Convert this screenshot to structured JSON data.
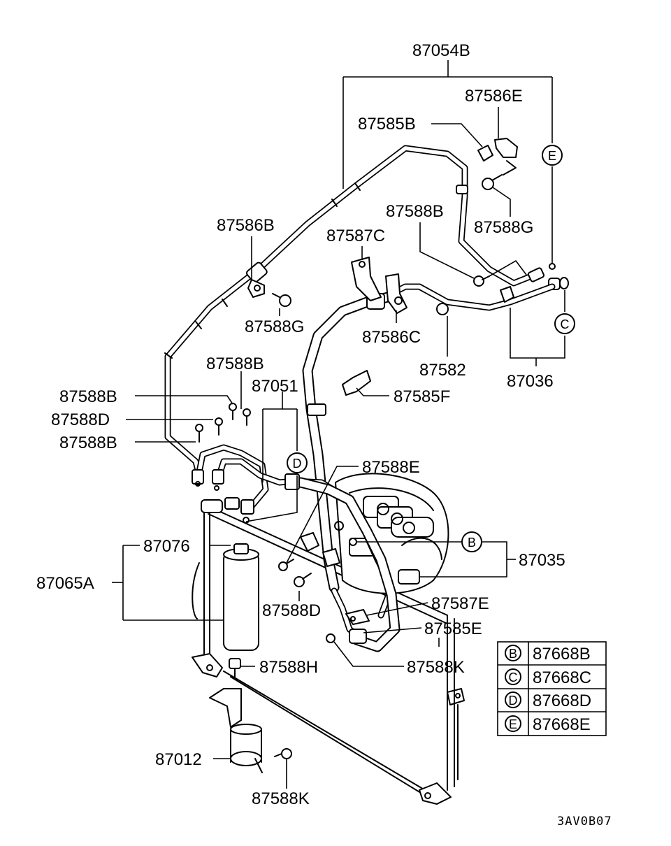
{
  "labels": {
    "p87054B": "87054B",
    "p87586E": "87586E",
    "p87585B": "87585B",
    "p87588G_top": "87588G",
    "p87588B_top": "87588B",
    "p87586B": "87586B",
    "p87587C": "87587C",
    "p87588G_left": "87588G",
    "p87586C": "87586C",
    "p87582": "87582",
    "p87036": "87036",
    "p87588B_mid": "87588B",
    "p87051": "87051",
    "p87585F": "87585F",
    "p87588B_left1": "87588B",
    "p87588D_left": "87588D",
    "p87588B_left2": "87588B",
    "p87588E": "87588E",
    "p87076": "87076",
    "p87035": "87035",
    "p87065A": "87065A",
    "p87588D_mid": "87588D",
    "p87587E": "87587E",
    "p87585E": "87585E",
    "p87588H": "87588H",
    "p87588K_right": "87588K",
    "p87012": "87012",
    "p87588K_bottom": "87588K"
  },
  "callouts": {
    "E": "E",
    "C": "C",
    "D": "D",
    "B": "B"
  },
  "legend": [
    {
      "symbol": "B",
      "part": "87668B"
    },
    {
      "symbol": "C",
      "part": "87668C"
    },
    {
      "symbol": "D",
      "part": "87668D"
    },
    {
      "symbol": "E",
      "part": "87668E"
    }
  ],
  "diagram_code": "3AV0B07"
}
